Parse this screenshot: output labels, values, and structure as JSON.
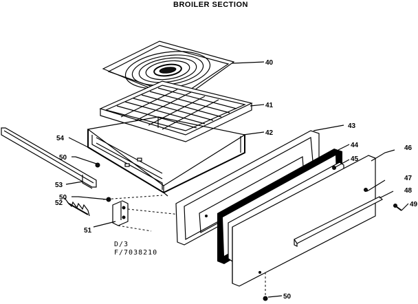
{
  "title": "BROILER SECTION",
  "drawing_code": [
    "D/3",
    "F/7038210"
  ],
  "callouts": {
    "p40": "40",
    "p41": "41",
    "p42": "42",
    "p43": "43",
    "p44": "44",
    "p45": "45",
    "p46": "46",
    "p47": "47",
    "p48": "48",
    "p49": "49",
    "p50a": "50",
    "p50b": "50",
    "p50c": "50",
    "p51": "51",
    "p52": "52",
    "p53": "53",
    "p54": "54"
  }
}
